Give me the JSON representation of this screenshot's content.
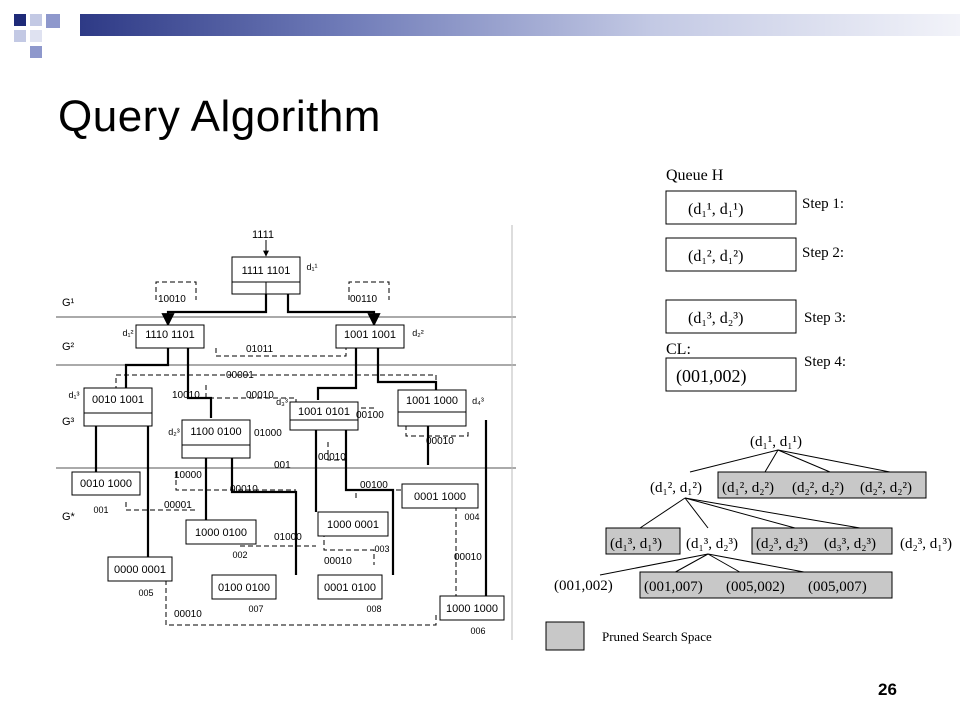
{
  "slide": {
    "title": "Query Algorithm",
    "page_number": "26"
  },
  "lattice": {
    "level_labels": [
      "G¹",
      "G²",
      "G³",
      "G*"
    ],
    "top_code": "1111",
    "nodes": [
      {
        "code": "1111 1101",
        "label": "d₁¹"
      },
      {
        "code": "1110 1101",
        "label": "d₁²"
      },
      {
        "code": "1001 1001",
        "label": "d₂²"
      },
      {
        "code": "0010 1001",
        "label": "d₁³"
      },
      {
        "code": "1100 0100",
        "label": "d₂³"
      },
      {
        "code": "1001 0101",
        "label": "d₃³"
      },
      {
        "code": "1001 1000",
        "label": "d₄³"
      },
      {
        "code": "0010 1000",
        "label": "001"
      },
      {
        "code": "0001 1000",
        "label": "004"
      },
      {
        "code": "1000 0100",
        "label": "002"
      },
      {
        "code": "1000 0001",
        "label": "003"
      },
      {
        "code": "0000 0001",
        "label": "005"
      },
      {
        "code": "0100 0100",
        "label": "007"
      },
      {
        "code": "0001 0100",
        "label": "008"
      },
      {
        "code": "1000 1000",
        "label": "006"
      }
    ],
    "edge_labels": [
      "10010",
      "00110",
      "01011",
      "00001",
      "00010",
      "10010",
      "01000",
      "00100",
      "00010",
      "10000",
      "00010",
      "00001",
      "01000",
      "00100",
      "00010",
      "00010",
      "00010",
      "00010",
      "001"
    ]
  },
  "queue": {
    "title": "Queue H",
    "steps": [
      {
        "label": "Step 1:",
        "content": "(d₁¹, d₁¹)"
      },
      {
        "label": "Step 2:",
        "content": "(d₁², d₁²)"
      },
      {
        "label": "Step 3:",
        "content": "(d₁³, d₂³)"
      },
      {
        "label": "Step 4:",
        "content": "(001,002)"
      }
    ],
    "cl_label": "CL:"
  },
  "search_tree": {
    "root": "(d₁¹, d₁¹)",
    "level2": [
      "(d₁², d₁²)",
      "(d₁², d₂²)",
      "(d₂², d₂²)",
      "(d₂², d₂²)"
    ],
    "level3": [
      "(d₁³, d₁³)",
      "(d₁³, d₂³)",
      "(d₂³, d₂³)",
      "(d₃³, d₂³)",
      "(d₂³, d₁³)"
    ],
    "level4": [
      "(001,002)",
      "(001,007)",
      "(005,002)",
      "(005,007)"
    ],
    "legend": "Pruned Search Space",
    "pruned_color": "#c8c8c8"
  }
}
